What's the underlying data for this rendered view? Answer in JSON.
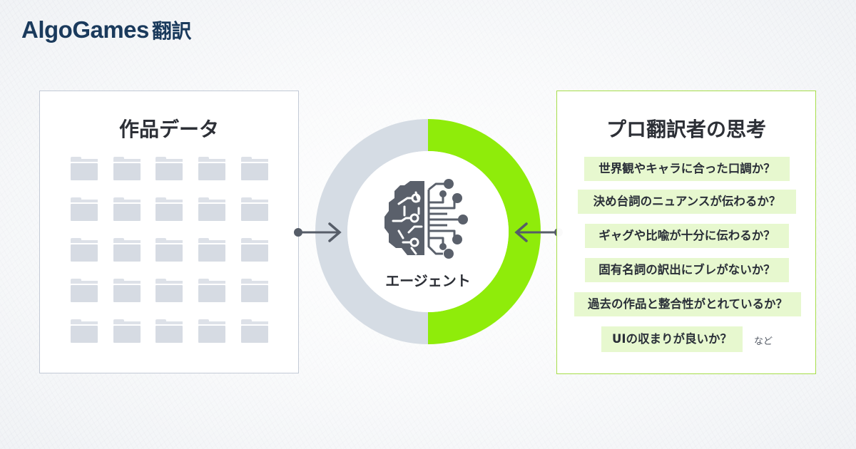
{
  "brand": {
    "name": "AlgoGames",
    "suffix": "翻訳",
    "color": "#1a3a5c"
  },
  "left_panel": {
    "title": "作品データ",
    "folder_rows": 5,
    "folder_cols": 5,
    "folder_icon": "folder-icon",
    "border_color": "#c3cad6"
  },
  "center": {
    "label": "エージェント",
    "icon": "brain-circuit-icon",
    "ring_colors": {
      "left": "#d5dce4",
      "right": "#8fec0a"
    }
  },
  "arrows": {
    "left": "arrow-right-icon",
    "right": "arrow-left-icon",
    "color": "#565d68"
  },
  "right_panel": {
    "title": "プロ翻訳者の思考",
    "border_color": "#a6dd4a",
    "items": [
      {
        "label": "世界観やキャラに合った口調か？"
      },
      {
        "label": "決め台詞のニュアンスが伝わるか？"
      },
      {
        "label": "ギャグや比喩が十分に伝わるか？"
      },
      {
        "label": "固有名詞の訳出にブレがないか？"
      },
      {
        "label": "過去の作品と整合性がとれているか？"
      },
      {
        "label": "UIの収まりが良いか？"
      }
    ],
    "suffix_note": "など",
    "tag_bg": "#e7f8cf"
  }
}
